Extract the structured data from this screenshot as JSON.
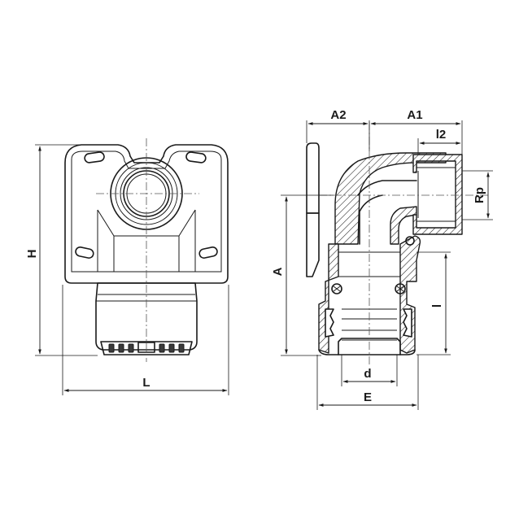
{
  "dimensions": {
    "H": "H",
    "L": "L",
    "A": "A",
    "A1": "A1",
    "A2": "A2",
    "l2": "l2",
    "Rp": "Rp",
    "l": "l",
    "d": "d",
    "E": "E"
  }
}
